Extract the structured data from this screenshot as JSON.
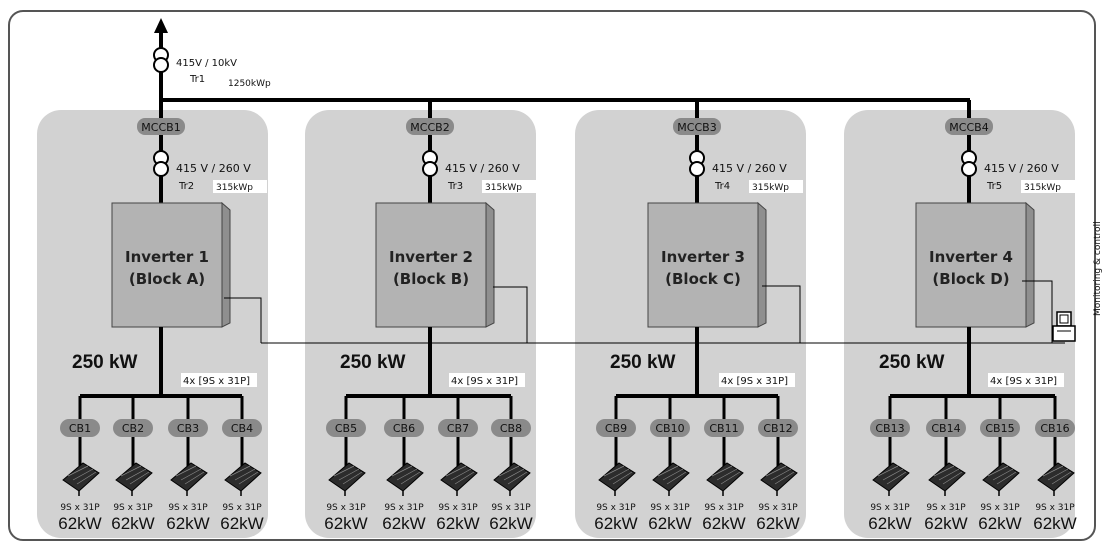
{
  "grid": {
    "transformer": "415V / 10kV",
    "transformer_id": "Tr1",
    "rating": "1250kWp"
  },
  "monitoring": "Monitoring & controll",
  "blocks": [
    {
      "mccb": "MCCB1",
      "transformer": "415 V / 260 V",
      "transformer_id": "Tr2",
      "rating": "315kWp",
      "inverter_line1": "Inverter 1",
      "inverter_line2": "(Block A)",
      "power": "250 kW",
      "string_config": "4x [9S x 31P]",
      "combiners": [
        {
          "cb": "CB1",
          "config": "9S x 31P",
          "power": "62kW"
        },
        {
          "cb": "CB2",
          "config": "9S x 31P",
          "power": "62kW"
        },
        {
          "cb": "CB3",
          "config": "9S x 31P",
          "power": "62kW"
        },
        {
          "cb": "CB4",
          "config": "9S x 31P",
          "power": "62kW"
        }
      ]
    },
    {
      "mccb": "MCCB2",
      "transformer": "415 V / 260 V",
      "transformer_id": "Tr3",
      "rating": "315kWp",
      "inverter_line1": "Inverter 2",
      "inverter_line2": "(Block B)",
      "power": "250 kW",
      "string_config": "4x [9S x 31P]",
      "combiners": [
        {
          "cb": "CB5",
          "config": "9S x 31P",
          "power": "62kW"
        },
        {
          "cb": "CB6",
          "config": "9S x 31P",
          "power": "62kW"
        },
        {
          "cb": "CB7",
          "config": "9S x 31P",
          "power": "62kW"
        },
        {
          "cb": "CB8",
          "config": "9S x 31P",
          "power": "62kW"
        }
      ]
    },
    {
      "mccb": "MCCB3",
      "transformer": "415 V / 260 V",
      "transformer_id": "Tr4",
      "rating": "315kWp",
      "inverter_line1": "Inverter 3",
      "inverter_line2": "(Block C)",
      "power": "250 kW",
      "string_config": "4x [9S x 31P]",
      "combiners": [
        {
          "cb": "CB9",
          "config": "9S x 31P",
          "power": "62kW"
        },
        {
          "cb": "CB10",
          "config": "9S x 31P",
          "power": "62kW"
        },
        {
          "cb": "CB11",
          "config": "9S x 31P",
          "power": "62kW"
        },
        {
          "cb": "CB12",
          "config": "9S x 31P",
          "power": "62kW"
        }
      ]
    },
    {
      "mccb": "MCCB4",
      "transformer": "415 V / 260 V",
      "transformer_id": "Tr5",
      "rating": "315kWp",
      "inverter_line1": "Inverter 4",
      "inverter_line2": "(Block D)",
      "power": "250 kW",
      "string_config": "4x [9S x 31P]",
      "combiners": [
        {
          "cb": "CB13",
          "config": "9S x 31P",
          "power": "62kW"
        },
        {
          "cb": "CB14",
          "config": "9S x 31P",
          "power": "62kW"
        },
        {
          "cb": "CB15",
          "config": "9S x 31P",
          "power": "62kW"
        },
        {
          "cb": "CB16",
          "config": "9S x 31P",
          "power": "62kW"
        }
      ]
    }
  ]
}
